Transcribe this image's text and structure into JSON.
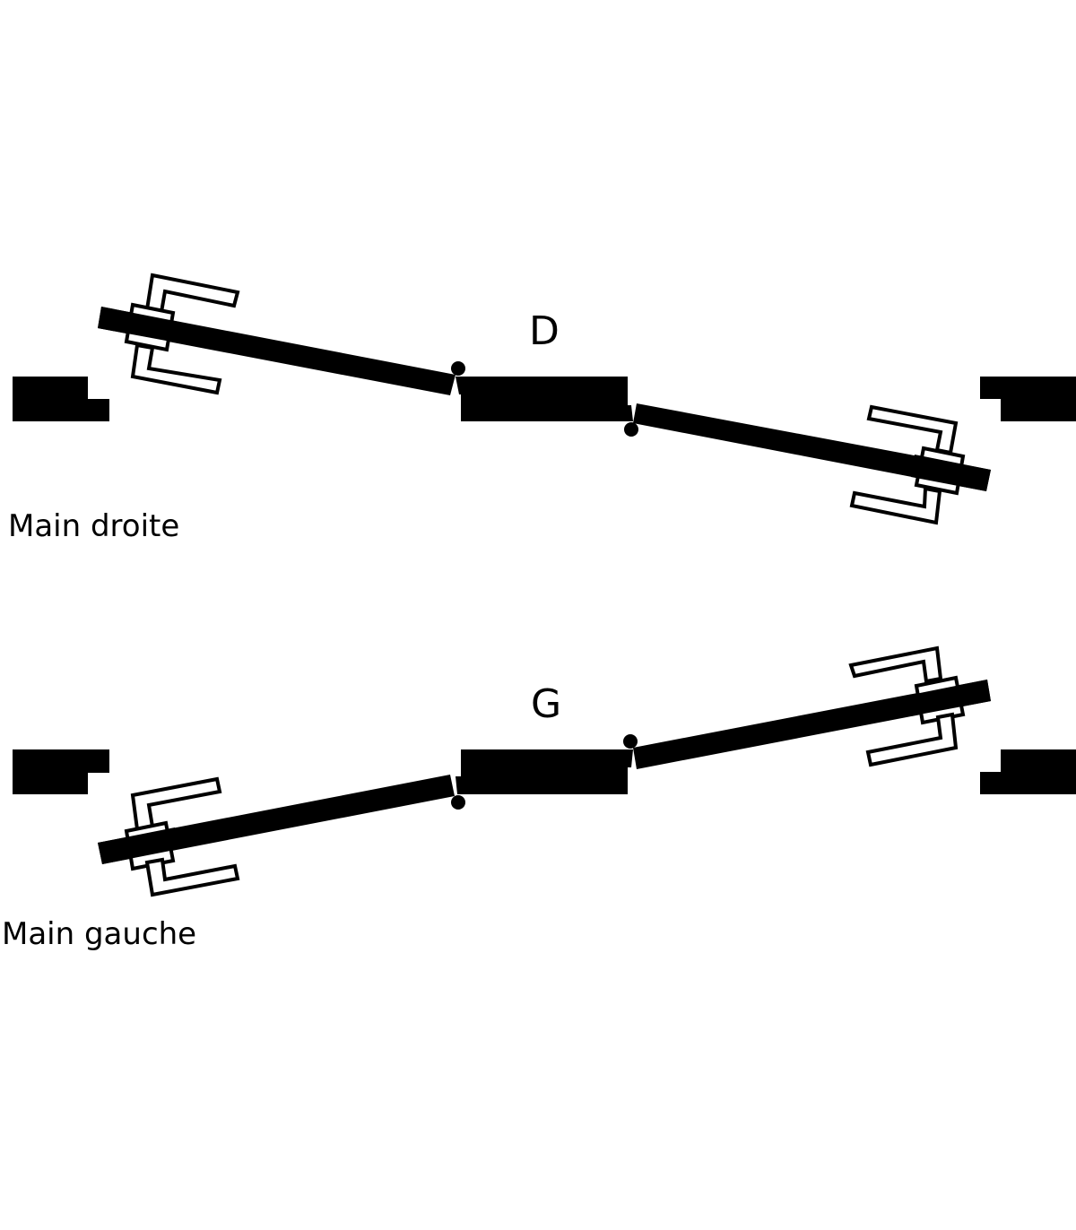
{
  "diagram": {
    "title": "Double door handing diagram",
    "colors": {
      "ink": "#000000",
      "background": "#ffffff"
    },
    "configurations": [
      {
        "id": "right",
        "letter": "D",
        "caption": "Main droite",
        "components": [
          "left-frame-jamb",
          "left-door-leaf",
          "left-lever-handle",
          "center-mullion",
          "hinge-top",
          "hinge-bottom",
          "right-door-leaf",
          "right-lever-handle",
          "right-frame-jamb"
        ]
      },
      {
        "id": "left",
        "letter": "G",
        "caption": "Main gauche",
        "components": [
          "left-frame-jamb",
          "left-door-leaf",
          "left-lever-handle",
          "center-mullion",
          "hinge-top",
          "hinge-bottom",
          "right-door-leaf",
          "right-lever-handle",
          "right-frame-jamb"
        ]
      }
    ]
  }
}
